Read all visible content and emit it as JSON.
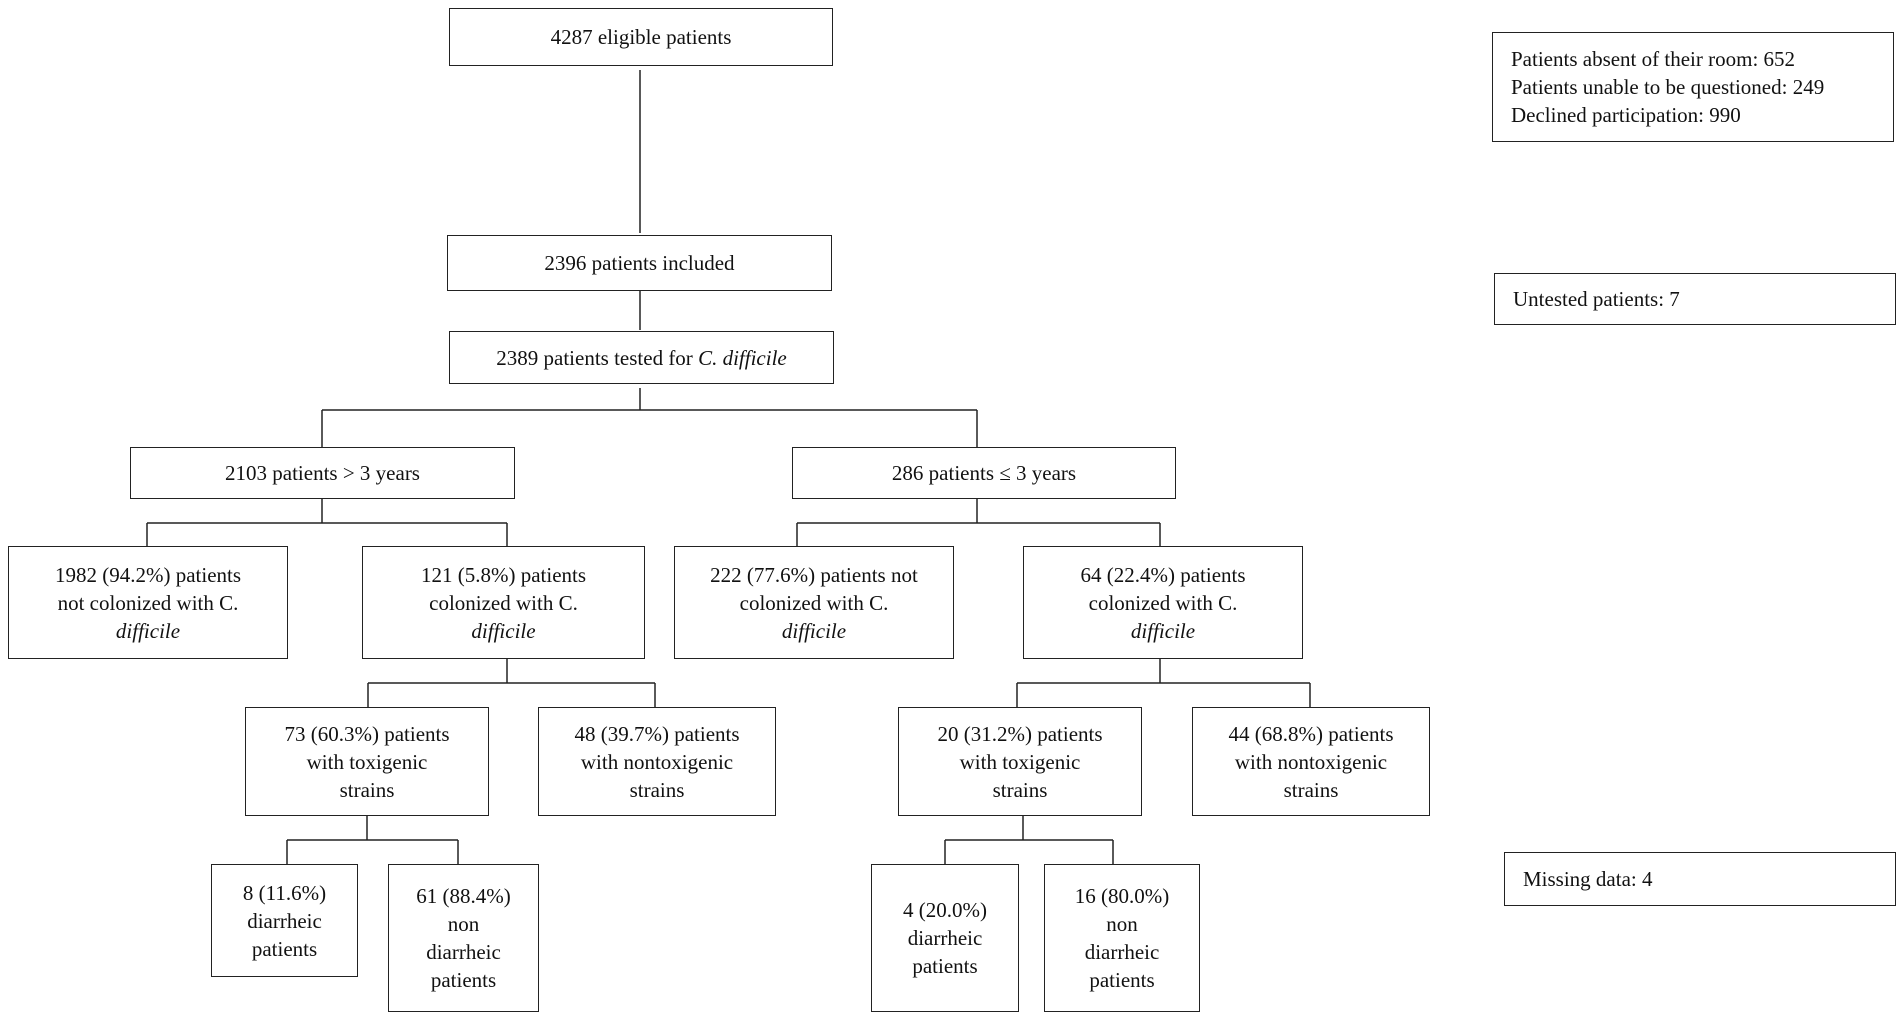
{
  "nodes": {
    "eligible": {
      "lines": [
        "4287 eligible patients"
      ]
    },
    "excluded": {
      "lines": [
        "Patients absent of their room: 652",
        "Patients unable to be questioned: 249",
        "Declined participation: 990"
      ]
    },
    "included": {
      "lines": [
        "2396 patients included"
      ]
    },
    "untested": {
      "lines": [
        "Untested patients: 7"
      ]
    },
    "tested": {
      "pre": "2389 patients tested for ",
      "italic": "C. difficile"
    },
    "older": {
      "lines": [
        "2103 patients > 3 years"
      ]
    },
    "younger": {
      "lines": [
        "286 patients ≤ 3 years"
      ]
    },
    "older_not_colonized": {
      "lines": [
        "1982 (94.2%) patients",
        "not colonized with C.",
        "difficile"
      ]
    },
    "older_colonized": {
      "lines": [
        "121 (5.8%) patients",
        "colonized with C.",
        "difficile"
      ]
    },
    "younger_not_colonized": {
      "lines": [
        "222 (77.6%) patients not",
        "colonized with C.",
        "difficile"
      ]
    },
    "younger_colonized": {
      "lines": [
        "64 (22.4%) patients",
        "colonized with C.",
        "difficile"
      ]
    },
    "older_toxigenic": {
      "lines": [
        "73 (60.3%) patients",
        "with toxigenic",
        "strains"
      ]
    },
    "older_nontoxigenic": {
      "lines": [
        "48 (39.7%) patients",
        "with nontoxigenic",
        "strains"
      ]
    },
    "younger_toxigenic": {
      "lines": [
        "20 (31.2%) patients",
        "with toxigenic",
        "strains"
      ]
    },
    "younger_nontoxigenic": {
      "lines": [
        "44 (68.8%) patients",
        "with nontoxigenic",
        "strains"
      ]
    },
    "older_diarrheic": {
      "lines": [
        "8 (11.6%)",
        "diarrheic",
        "patients"
      ]
    },
    "older_non_diarrheic": {
      "lines": [
        "61 (88.4%)",
        "non",
        "diarrheic",
        "patients"
      ]
    },
    "younger_diarrheic": {
      "lines": [
        "4 (20.0%)",
        "diarrheic",
        "patients"
      ]
    },
    "younger_non_diarrheic": {
      "lines": [
        "16 (80.0%)",
        "non",
        "diarrheic",
        "patients"
      ]
    },
    "missing": {
      "lines": [
        "Missing data: 4"
      ]
    }
  }
}
